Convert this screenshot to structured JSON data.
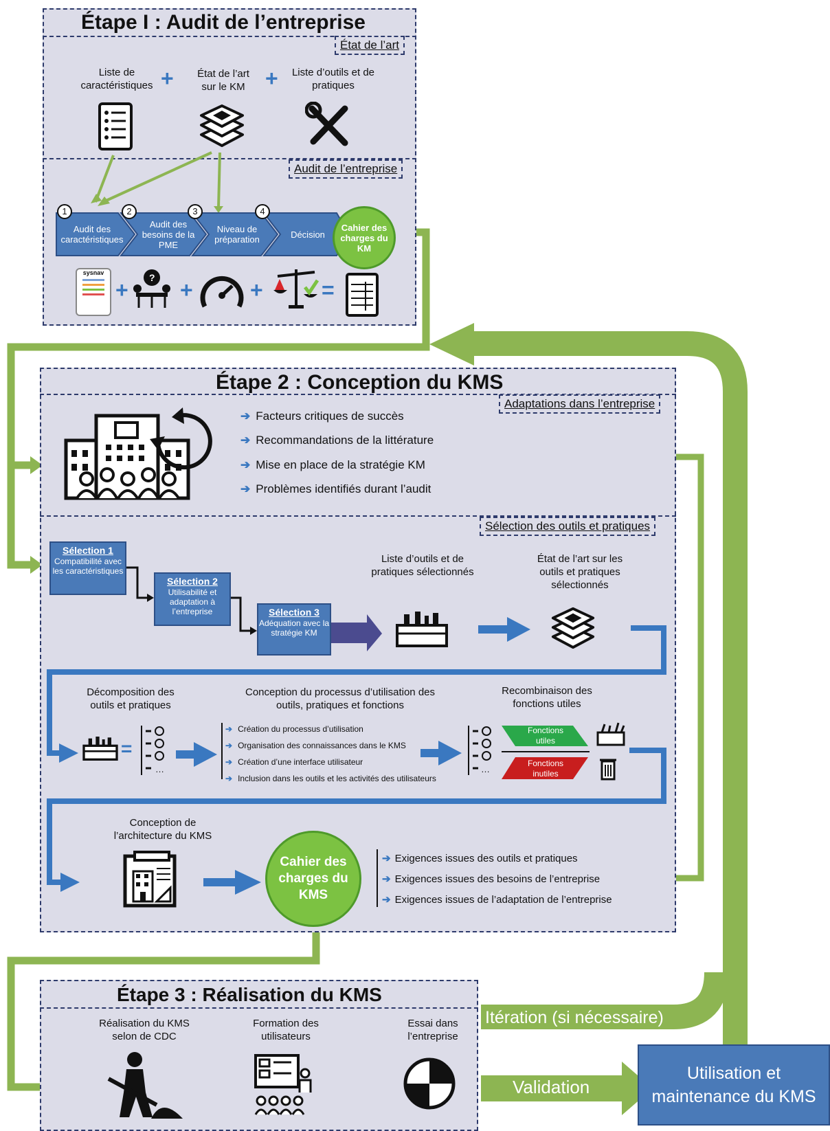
{
  "step1": {
    "title": "Étape I :  Audit de l’entreprise",
    "tag_art": "État de l’art",
    "tag_audit": "Audit de l’entreprise",
    "inputs": [
      "Liste de caractéristiques",
      "État de l’art sur le KM",
      "Liste d’outils et de pratiques"
    ],
    "process": [
      {
        "num": "1",
        "label": "Audit des caractéristiques"
      },
      {
        "num": "2",
        "label": "Audit des besoins de la PME"
      },
      {
        "num": "3",
        "label": "Niveau de préparation"
      },
      {
        "num": "4",
        "label": "Décision"
      }
    ],
    "result": "Cahier des charges du KM",
    "logo_text": "sysnav"
  },
  "step2": {
    "title": "Étape 2 : Conception du KMS",
    "tag_adapt": "Adaptations dans l’entreprise",
    "adapt_items": [
      "Facteurs critiques de succès",
      "Recommandations de la littérature",
      "Mise en place de la stratégie KM",
      "Problèmes identifiés durant l’audit"
    ],
    "tag_selection": "Sélection des outils et pratiques",
    "selections": [
      {
        "title": "Sélection 1",
        "text": "Compatibilité avec les caractéristiques"
      },
      {
        "title": "Sélection 2",
        "text": "Utilisabilité et adaptation à l’entreprise"
      },
      {
        "title": "Sélection 3",
        "text": "Adéquation avec la stratégie KM"
      }
    ],
    "selected_list": "Liste d’outils et de pratiques sélectionnés",
    "selected_art": "État de l’art sur les outils et pratiques sélectionnés",
    "decomposition": "Décomposition des outils et pratiques",
    "process_design": "Conception du processus d’utilisation des outils, pratiques et fonctions",
    "process_items": [
      "Création du processus d’utilisation",
      "Organisation des connaissances dans le KMS",
      "Création d’une interface utilisateur",
      "Inclusion dans les outils et les activités des utilisateurs"
    ],
    "recombination": "Recombinaison des fonctions utiles",
    "useful": "Fonctions utiles",
    "useless": "Fonctions inutiles",
    "ellipsis": "…",
    "architecture": "Conception de l’architecture du KMS",
    "result": "Cahier des charges du KMS",
    "requirements": [
      "Exigences issues des outils et pratiques",
      "Exigences issues des besoins de l’entreprise",
      "Exigences issues de l’adaptation de l’entreprise"
    ]
  },
  "step3": {
    "title": "Étape 3 :  Réalisation du KMS",
    "items": [
      "Réalisation du KMS selon de CDC",
      "Formation des utilisateurs",
      "Essai dans l’entreprise"
    ]
  },
  "flow": {
    "iteration": "Itération (si nécessaire)",
    "validation": "Validation",
    "final": "Utilisation et maintenance du KMS"
  },
  "colors": {
    "green": "#8db552",
    "blue": "#3a78c0",
    "panel": "#dcdce8",
    "final_box": "#4a7ab8"
  }
}
